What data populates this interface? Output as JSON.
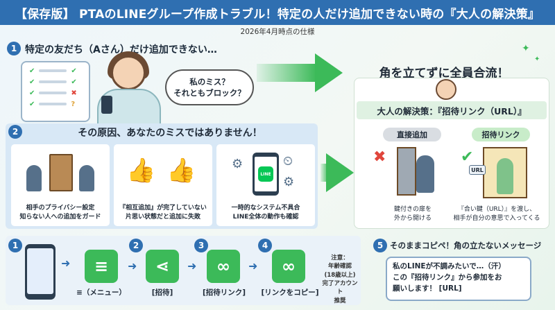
{
  "header": {
    "title": "【保存版】 PTAのLINEグループ作成トラブル！特定の人だけ追加できない時の『大人の解決策』",
    "subtitle": "2026年4月時点の仕様"
  },
  "section1": {
    "number": "1",
    "title": "特定の友だち（Aさん）だけ追加できない…",
    "bubble_line1": "私のミス？",
    "bubble_line2": "それともブロック？"
  },
  "section2": {
    "number": "2",
    "title": "その原因、あなたのミスではありません！",
    "cards": [
      {
        "line1": "相手のプライバシー設定",
        "line2": "知らない人への追加をガード"
      },
      {
        "line1": "『相互追加』が完了していない",
        "line2": "片思い状態だと追加に失敗"
      },
      {
        "line1": "一時的なシステム不具合",
        "line2": "LINE全体の動作も確認"
      }
    ],
    "line_logo": "LINE"
  },
  "right_panel": {
    "title": "角を立てずに全員合流！",
    "solution": "大人の解決策：『招待リンク（URL）』",
    "direct_label": "直接追加",
    "invite_label": "招待リンク",
    "url_tag": "URL",
    "direct_caption_1": "鍵付きの扉を",
    "direct_caption_2": "外から開ける",
    "invite_caption_1": "『合い鍵（URL）』を渡し、",
    "invite_caption_2": "相手が自分の意思で入ってくる"
  },
  "steps": {
    "items": [
      {
        "number": "1"
      },
      {
        "number": "2",
        "label": "≡（メニュー）"
      },
      {
        "number": "3",
        "label": "[招待]"
      },
      {
        "number": "4",
        "label": "[招待リンク]"
      },
      {
        "label": "[リンクをコピー]"
      }
    ],
    "note_lines": [
      "注意：",
      "年齢確認",
      "(18歳以上)",
      "完了アカウント",
      "推奨"
    ]
  },
  "section5": {
    "number": "5",
    "title": "そのままコピペ！角の立たないメッセージ",
    "message_lines": [
      "私のLINEが不調みたいで…（汗）",
      "この『招待リンク』から参加をお",
      "願いします！ [URL]"
    ]
  },
  "colors": {
    "primary": "#2f6fb1",
    "line_green": "#3cba59",
    "brand_line": "#06c755",
    "error": "#e0463c"
  }
}
